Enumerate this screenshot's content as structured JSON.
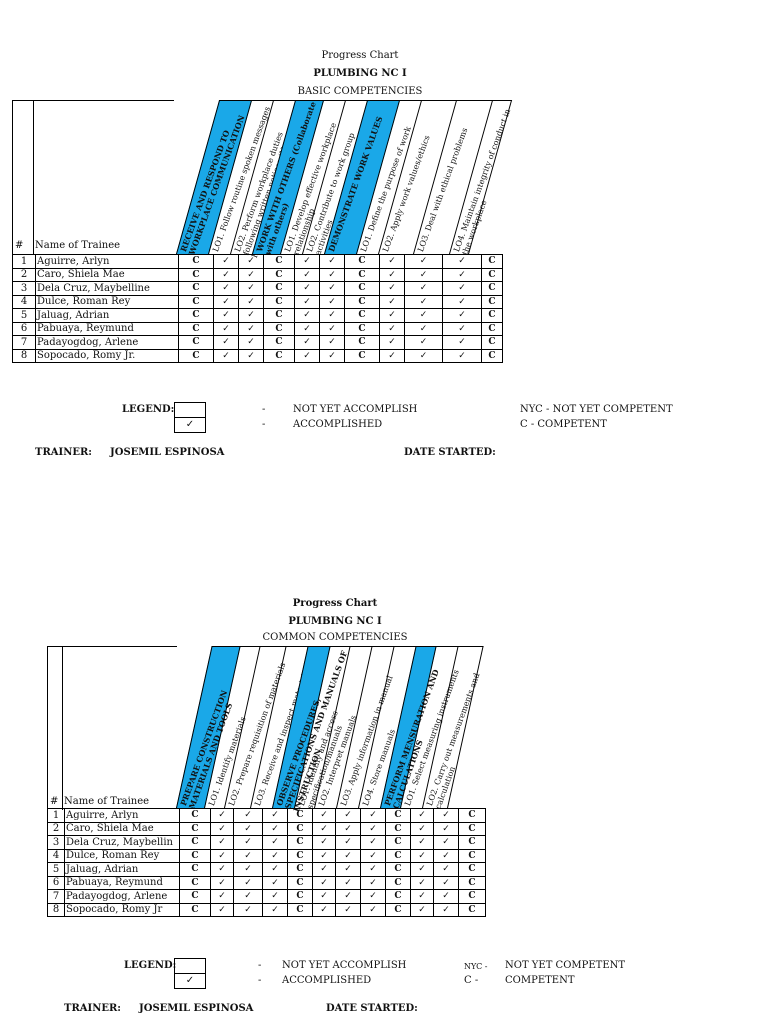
{
  "chart1": {
    "title": "Progress Chart",
    "subtitle": "PLUMBING NC I",
    "section": "BASIC COMPETENCIES",
    "col_hash": "#",
    "col_name": "Name of Trainee",
    "headers": [
      {
        "text": "RECEIVE AND RESPOND TO WORKPLACE COMMUNICATION",
        "bold": true
      },
      {
        "text": "LO1. Follow routine spoken messages",
        "bold": false
      },
      {
        "text": "LO2. Perform workplace duties following written notices (Not Yet Ready)",
        "bold": false
      },
      {
        "text": "WORK WITH OTHERS (Collaborate with others)",
        "bold": true
      },
      {
        "text": "LO1. Develop effective workplace relationship",
        "bold": false
      },
      {
        "text": "LO2. Contribute to work group activities",
        "bold": false
      },
      {
        "text": "DEMONSTRATE WORK VALUES",
        "bold": true
      },
      {
        "text": "LO1. Define the purpose of work",
        "bold": false
      },
      {
        "text": "LO2. Apply work values/ethics",
        "bold": false
      },
      {
        "text": "LO3. Deal with ethical problems",
        "bold": false
      },
      {
        "text": "LO4. Maintain integrity of conduct in the workplace",
        "bold": false
      }
    ],
    "rows": [
      {
        "n": "1",
        "name": "Aguirre, Arlyn",
        "marks": [
          "C",
          "✓",
          "✓",
          "C",
          "✓",
          "✓",
          "C",
          "✓",
          "✓",
          "✓",
          "C"
        ]
      },
      {
        "n": "2",
        "name": "Caro, Shiela Mae",
        "marks": [
          "C",
          "✓",
          "✓",
          "C",
          "✓",
          "✓",
          "C",
          "✓",
          "✓",
          "✓",
          "C"
        ]
      },
      {
        "n": "3",
        "name": "Dela Cruz, Maybelline",
        "marks": [
          "C",
          "✓",
          "✓",
          "C",
          "✓",
          "✓",
          "C",
          "✓",
          "✓",
          "✓",
          "C"
        ]
      },
      {
        "n": "4",
        "name": "Dulce, Roman Rey",
        "marks": [
          "C",
          "✓",
          "✓",
          "C",
          "✓",
          "✓",
          "C",
          "✓",
          "✓",
          "✓",
          "C"
        ]
      },
      {
        "n": "5",
        "name": "Jaluag, Adrian",
        "marks": [
          "C",
          "✓",
          "✓",
          "C",
          "✓",
          "✓",
          "C",
          "✓",
          "✓",
          "✓",
          "C"
        ]
      },
      {
        "n": "6",
        "name": "Pabuaya, Reymund",
        "marks": [
          "C",
          "✓",
          "✓",
          "C",
          "✓",
          "✓",
          "C",
          "✓",
          "✓",
          "✓",
          "C"
        ]
      },
      {
        "n": "7",
        "name": "Padayogdog, Arlene",
        "marks": [
          "C",
          "✓",
          "✓",
          "C",
          "✓",
          "✓",
          "C",
          "✓",
          "✓",
          "✓",
          "C"
        ]
      },
      {
        "n": "8",
        "name": "Sopocado,  Romy Jr.",
        "marks": [
          "C",
          "✓",
          "✓",
          "C",
          "✓",
          "✓",
          "C",
          "✓",
          "✓",
          "✓",
          "C"
        ]
      }
    ],
    "legend": {
      "label": "LEGEND:",
      "box2": "✓",
      "dash1": "-",
      "dash2": "-",
      "not_yet": "NOT YET ACCOMPLISH",
      "accomplished": "ACCOMPLISHED",
      "nyc": "NYC - NOT YET COMPETENT",
      "c": "C - COMPETENT"
    },
    "trainer_label": "TRAINER:",
    "trainer_name": "JOSEMIL ESPINOSA",
    "date_label": "DATE  STARTED:"
  },
  "chart2": {
    "title": "Progress Chart",
    "subtitle": "PLUMBING NC I",
    "section": "COMMON COMPETENCIES",
    "col_hash": "#",
    "col_name": "Name of Trainee",
    "headers": [
      {
        "text": "PREPARE CONSTRUCTION MATERIALS AND TOOLS",
        "bold": true
      },
      {
        "text": "LO1. Identify materials",
        "bold": false
      },
      {
        "text": "LO2. Prepare requisition of materials",
        "bold": false
      },
      {
        "text": "LO3. Receive and inspect materials",
        "bold": false
      },
      {
        "text": "OBSERVE PROCEDURES, SPECIFICATIONS AND MANUALS OF INSTRUCTION",
        "bold": true
      },
      {
        "text": "LO1. Identify and access specification/manuals",
        "bold": false
      },
      {
        "text": "LO2. Interpret manuals",
        "bold": false
      },
      {
        "text": "LO3. Apply information in manual",
        "bold": false
      },
      {
        "text": "LO4. Store manuals",
        "bold": false
      },
      {
        "text": "PERFORM MENSURATION AND CALCULATIONS",
        "bold": true
      },
      {
        "text": "LO1. Select measuring instruments",
        "bold": false
      },
      {
        "text": "LO2. Carry out measurements and calculation",
        "bold": false
      }
    ],
    "rows": [
      {
        "n": "1",
        "name": "Aguirre, Arlyn",
        "marks": [
          "C",
          "✓",
          "✓",
          "✓",
          "C",
          "✓",
          "✓",
          "✓",
          "C",
          "✓",
          "✓",
          "C"
        ]
      },
      {
        "n": "2",
        "name": "Caro, Shiela Mae",
        "marks": [
          "C",
          "✓",
          "✓",
          "✓",
          "C",
          "✓",
          "✓",
          "✓",
          "C",
          "✓",
          "✓",
          "C"
        ]
      },
      {
        "n": "3",
        "name": "Dela Cruz, Maybellin",
        "marks": [
          "C",
          "✓",
          "✓",
          "✓",
          "C",
          "✓",
          "✓",
          "✓",
          "C",
          "✓",
          "✓",
          "C"
        ]
      },
      {
        "n": "4",
        "name": "Dulce, Roman Rey",
        "marks": [
          "C",
          "✓",
          "✓",
          "✓",
          "C",
          "✓",
          "✓",
          "✓",
          "C",
          "✓",
          "✓",
          "C"
        ]
      },
      {
        "n": "5",
        "name": "Jaluag, Adrian",
        "marks": [
          "C",
          "✓",
          "✓",
          "✓",
          "C",
          "✓",
          "✓",
          "✓",
          "C",
          "✓",
          "✓",
          "C"
        ]
      },
      {
        "n": "6",
        "name": "Pabuaya, Reymund",
        "marks": [
          "C",
          "✓",
          "✓",
          "✓",
          "C",
          "✓",
          "✓",
          "✓",
          "C",
          "✓",
          "✓",
          "C"
        ]
      },
      {
        "n": "7",
        "name": "Padayogdog, Arlene",
        "marks": [
          "C",
          "✓",
          "✓",
          "✓",
          "C",
          "✓",
          "✓",
          "✓",
          "C",
          "✓",
          "✓",
          "C"
        ]
      },
      {
        "n": "8",
        "name": "Sopocado, Romy Jr",
        "marks": [
          "C",
          "✓",
          "✓",
          "✓",
          "C",
          "✓",
          "✓",
          "✓",
          "C",
          "✓",
          "✓",
          "C"
        ]
      }
    ],
    "legend": {
      "label": "LEGEND:",
      "box2": "✓",
      "dash1": "-",
      "dash2": "-",
      "not_yet": "NOT YET ACCOMPLISH",
      "accomplished": "ACCOMPLISHED",
      "nyc_code": "NYC -",
      "nyc_text": "NOT YET COMPETENT",
      "c_code": "C   -",
      "c_text": "COMPETENT"
    },
    "trainer_label": "TRAINER:",
    "trainer_name": "JOSEMIL ESPINOSA",
    "date_label": "DATE  STARTED:"
  }
}
